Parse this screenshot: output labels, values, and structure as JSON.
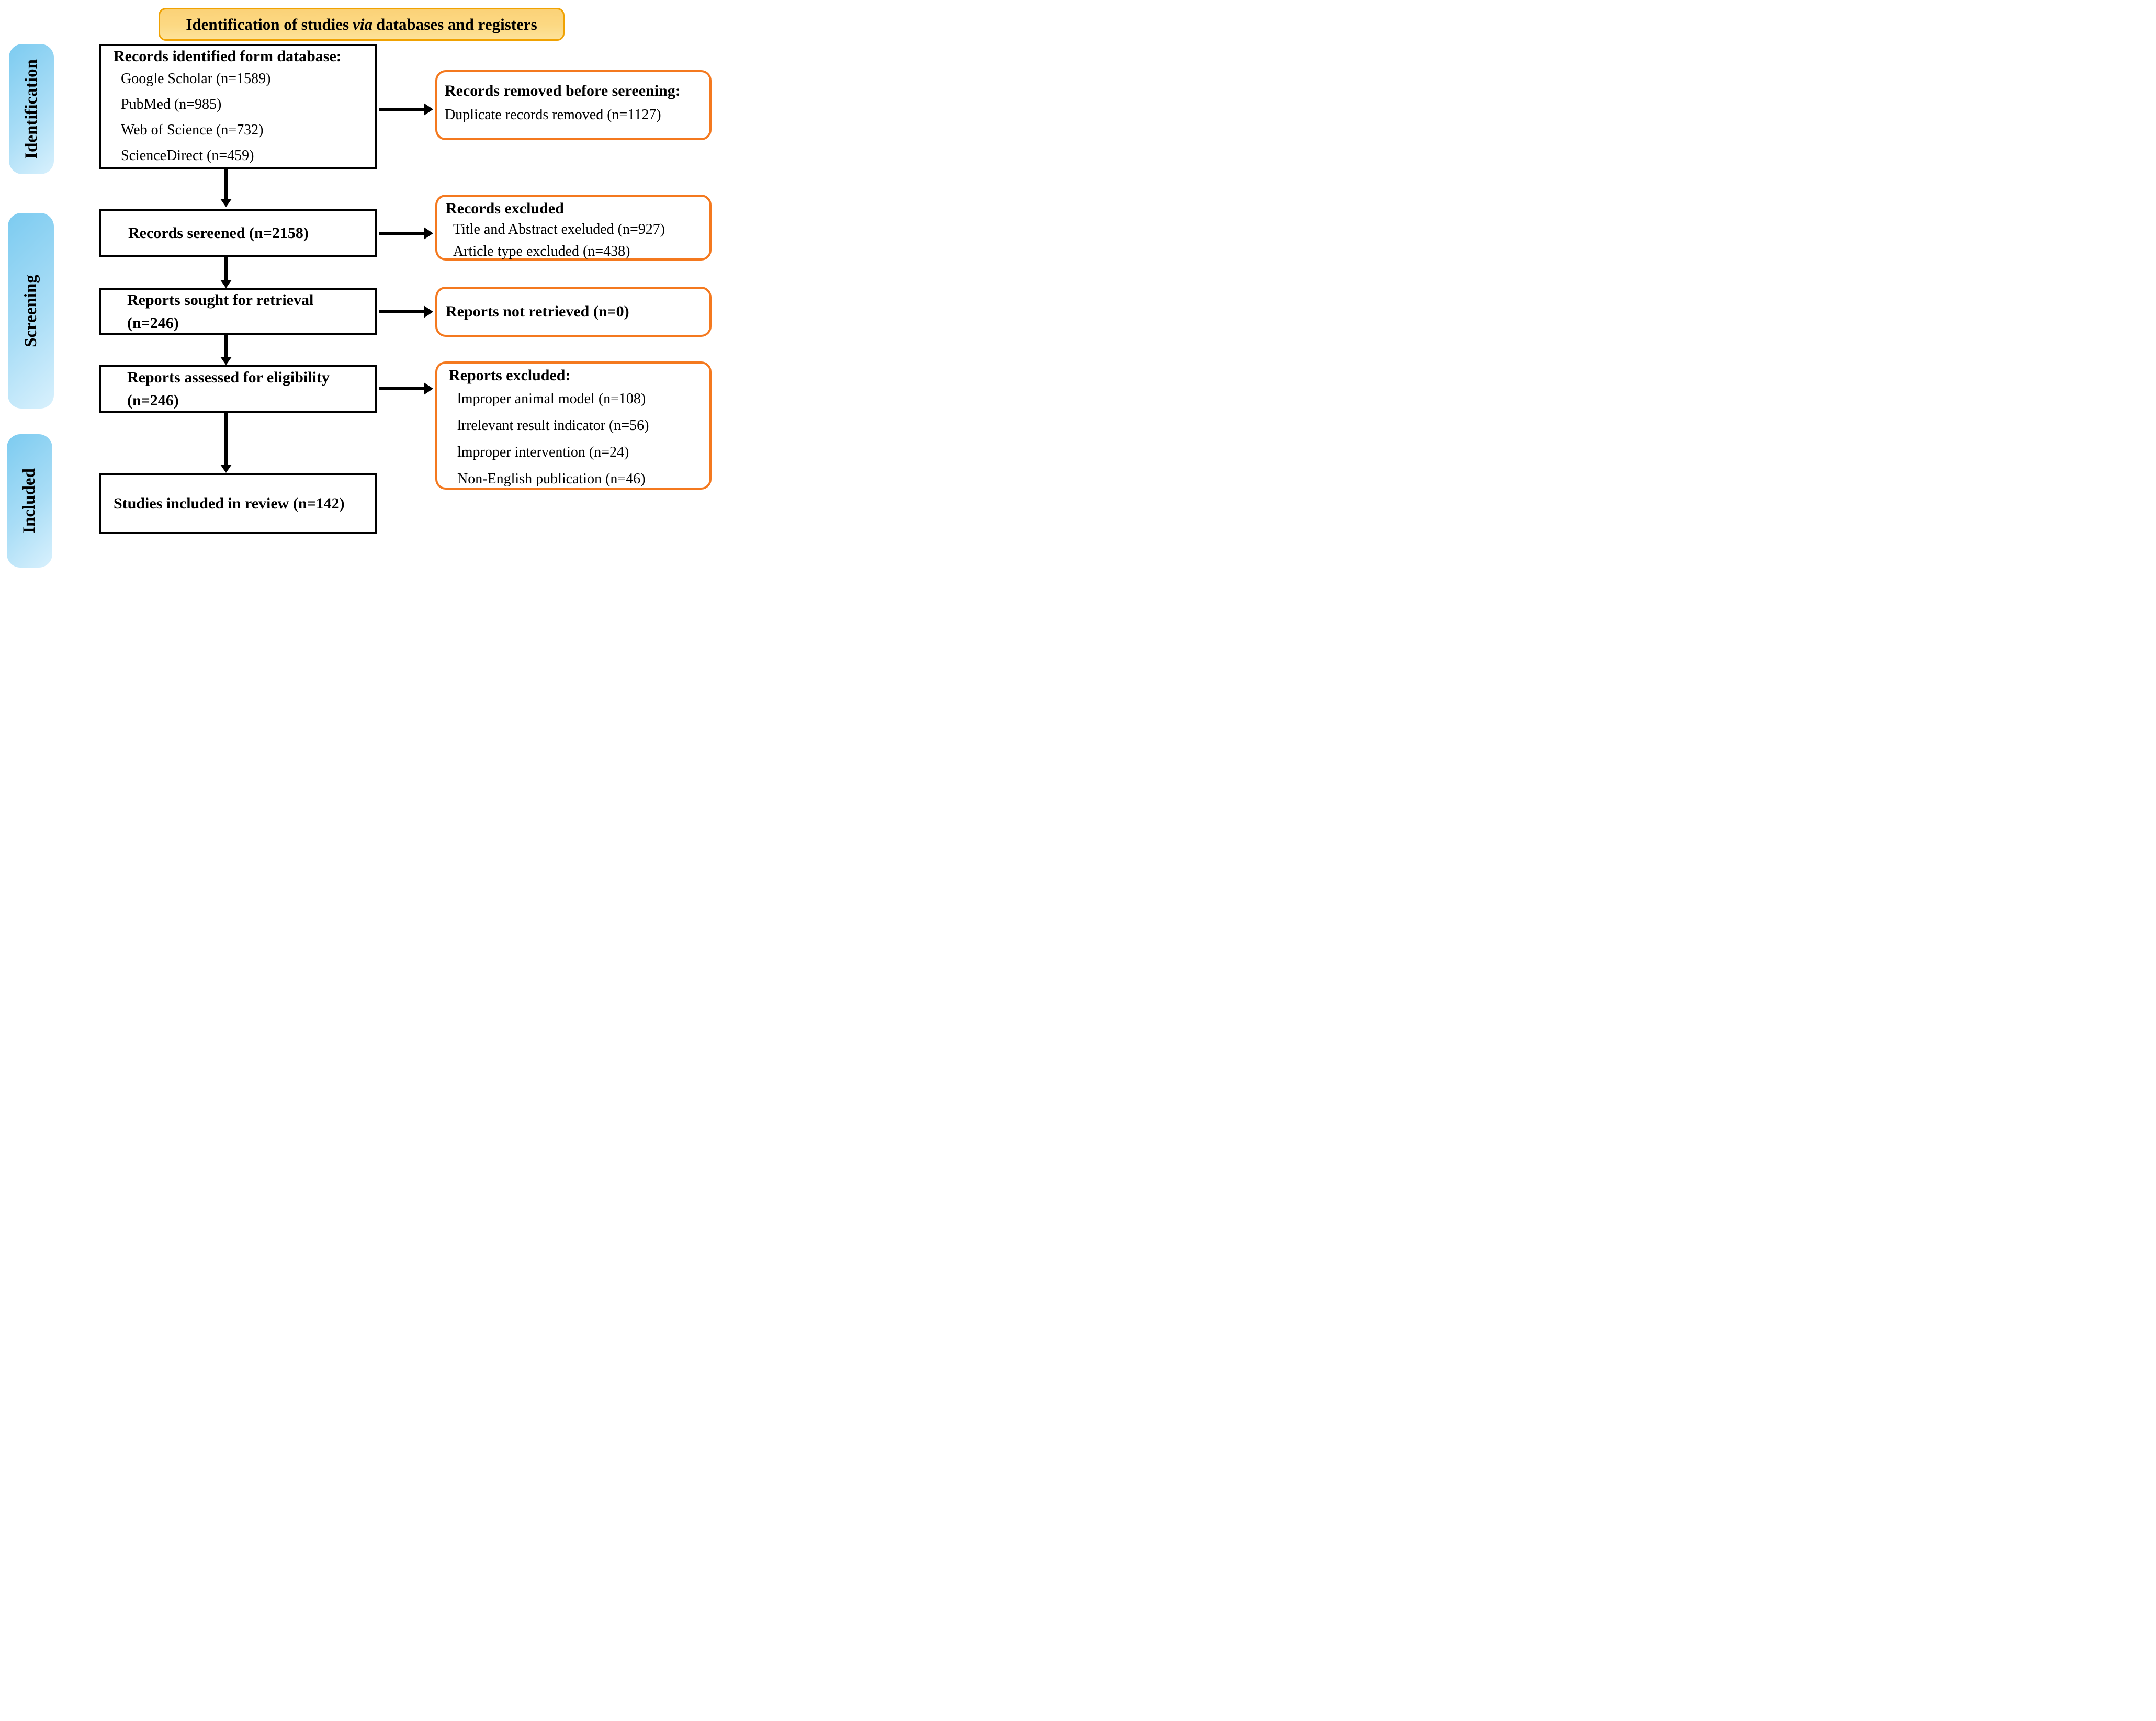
{
  "title": {
    "prefix": "Identification of studies",
    "italic": "via",
    "suffix": "databases and registers"
  },
  "sidebar": {
    "labels": [
      {
        "label": "Identification"
      },
      {
        "label": "Screening"
      },
      {
        "label": "Included"
      }
    ]
  },
  "flow_boxes": [
    {
      "name": "records-identified",
      "heading": "Records identified form database:",
      "items": [
        "Google Scholar (n=1589)",
        "PubMed (n=985)",
        "Web of Science (n=732)",
        "ScienceDirect (n=459)"
      ]
    },
    {
      "name": "records-screened",
      "lines": [
        "Records sereened (n=2158)"
      ]
    },
    {
      "name": "reports-sought",
      "lines": [
        "Reports sought for retrieval",
        "(n=246)"
      ]
    },
    {
      "name": "reports-assessed",
      "lines": [
        "Reports assessed for eligibility",
        "(n=246)"
      ]
    },
    {
      "name": "studies-included",
      "lines": [
        "Studies included in review (n=142)"
      ]
    }
  ],
  "side_boxes": [
    {
      "name": "records-removed",
      "heading": "Records removed before sereening:",
      "items": [
        "Duplicate records removed (n=1127)"
      ]
    },
    {
      "name": "records-excluded",
      "heading": "Records excluded",
      "items": [
        "Title and Abstract exeluded (n=927)",
        "Article type excluded (n=438)"
      ]
    },
    {
      "name": "reports-not-retrieved",
      "lines": [
        "Reports not retrieved (n=0)"
      ]
    },
    {
      "name": "reports-excluded",
      "heading": "Reports excluded:",
      "items": [
        "lmproper animal model (n=108)",
        "lrrelevant result indicator (n=56)",
        "lmproper intervention (n=24)",
        "Non-English publication (n=46)"
      ]
    }
  ],
  "colors": {
    "title_fill": "#fcd983",
    "title_border": "#f0a202",
    "sidebar_gradient_start": "#7ccbf0",
    "sidebar_gradient_end": "#d9f1fd",
    "flow_box_border": "#000000",
    "side_box_border": "#f4791f",
    "arrow": "#000000",
    "text": "#000000"
  }
}
